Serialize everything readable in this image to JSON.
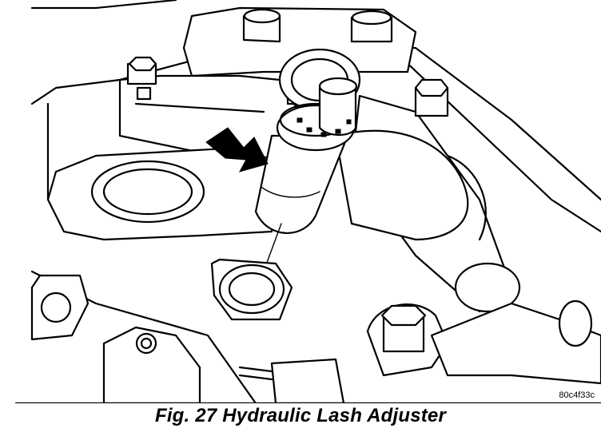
{
  "figure": {
    "caption": "Fig. 27 Hydraulic Lash Adjuster",
    "reference_code": "80c4f33c"
  },
  "illustration": {
    "subject": "hydraulic-lash-adjuster",
    "pointer": "arrow-icon"
  }
}
